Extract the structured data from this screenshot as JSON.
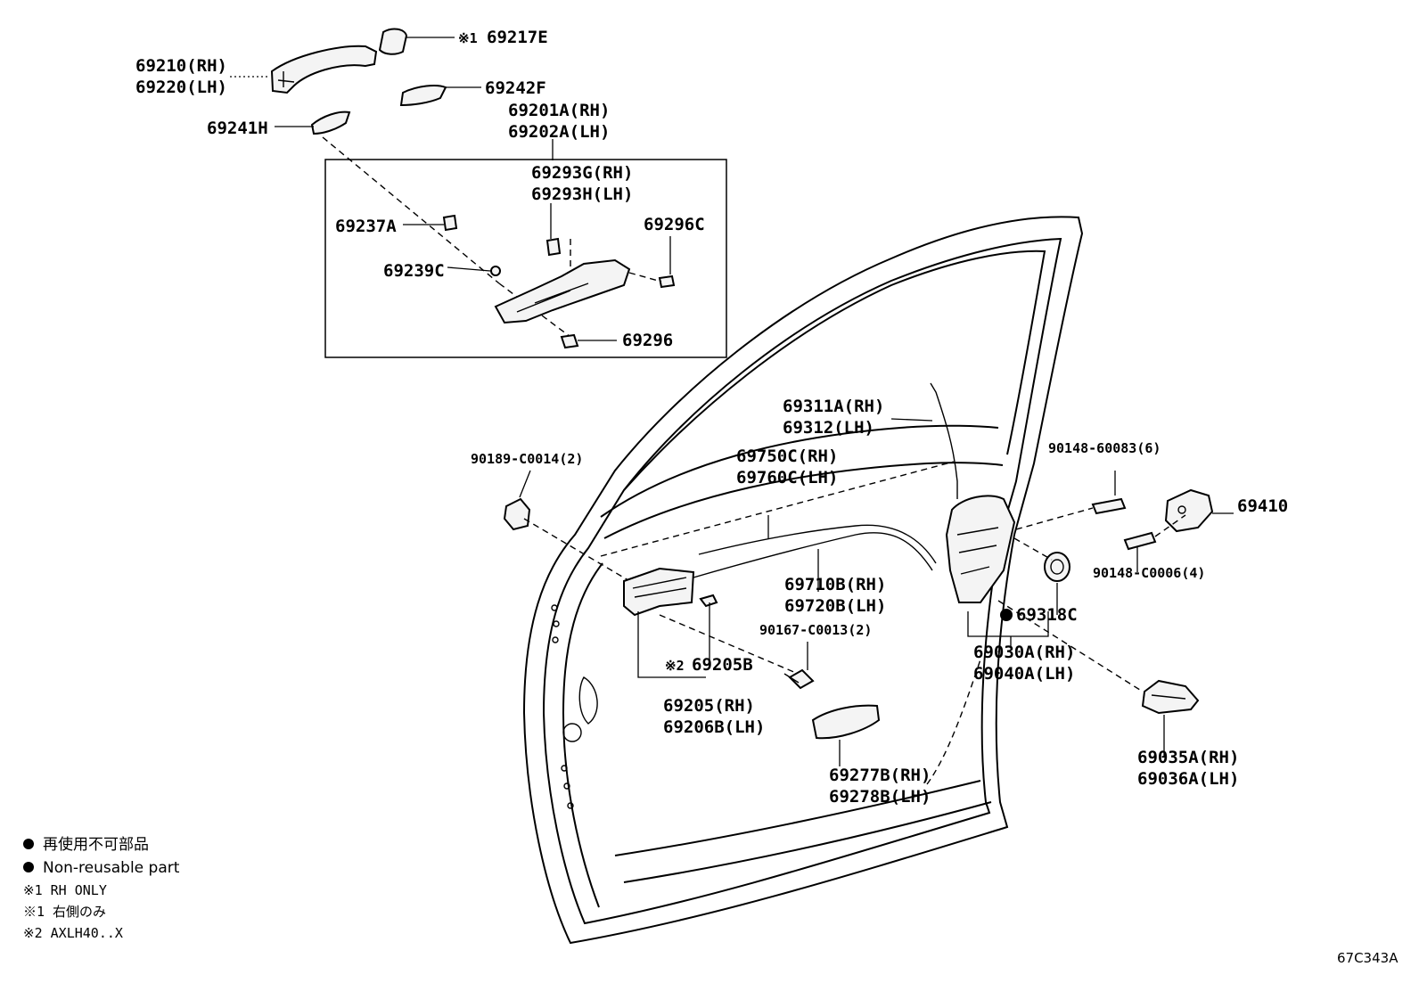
{
  "diagram_code": "67C343A",
  "labels": {
    "p69217E": "69217E",
    "p69217E_mark": "※1",
    "p69210RH": "69210(RH)",
    "p69220LH": "69220(LH)",
    "p69242F": "69242F",
    "p69201ARH": "69201A(RH)",
    "p69202ALH": "69202A(LH)",
    "p69241H": "69241H",
    "p69293GRH": "69293G(RH)",
    "p69293HLH": "69293H(LH)",
    "p69237A": "69237A",
    "p69296C": "69296C",
    "p69239C": "69239C",
    "p69296": "69296",
    "p69311ARH": "69311A(RH)",
    "p69312LH": "69312(LH)",
    "p90189": "90189-C0014(2)",
    "p69750CRH": "69750C(RH)",
    "p69760CLH": "69760C(LH)",
    "p90148_60083": "90148-60083(6)",
    "p69410": "69410",
    "p90148_C0006": "90148-C0006(4)",
    "p69710BRH": "69710B(RH)",
    "p69720BLH": "69720B(LH)",
    "p69318C": "69318C",
    "p90167": "90167-C0013(2)",
    "p69030ARH": "69030A(RH)",
    "p69040ALH": "69040A(LH)",
    "p69205B": "69205B",
    "p69205B_mark": "※2",
    "p69205RH": "69205(RH)",
    "p69206BLH": "69206B(LH)",
    "p69035ARH": "69035A(RH)",
    "p69036ALH": "69036A(LH)",
    "p69277BRH": "69277B(RH)",
    "p69278BLH": "69278B(LH)"
  },
  "legend": {
    "non_reusable_jp": "再使用不可部品",
    "non_reusable_en": "Non-reusable part",
    "note1_en": "※1 RH ONLY",
    "note1_jp": "※1 右側のみ",
    "note2": "※2 AXLH40..X"
  }
}
